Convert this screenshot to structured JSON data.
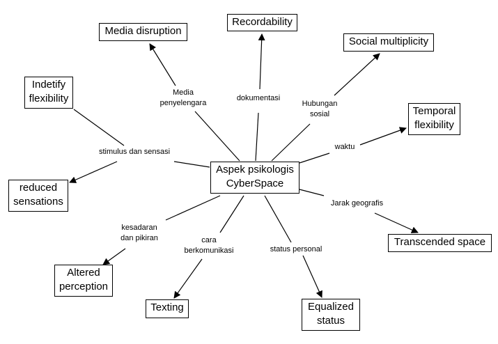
{
  "diagram": {
    "type": "concept-map",
    "center": {
      "id": "center",
      "label": "Aspek psikologis\nCyberSpace"
    },
    "nodes": [
      {
        "id": "media-disruption",
        "label": "Media disruption"
      },
      {
        "id": "recordability",
        "label": "Recordability"
      },
      {
        "id": "social-multiplicity",
        "label": "Social multiplicity"
      },
      {
        "id": "indetify-flexibility",
        "label": "Indetify\nflexibility"
      },
      {
        "id": "temporal-flexibility",
        "label": "Temporal\nflexibility"
      },
      {
        "id": "reduced-sensations",
        "label": "reduced\nsensations"
      },
      {
        "id": "transcended-space",
        "label": "Transcended space"
      },
      {
        "id": "altered-perception",
        "label": "Altered\nperception"
      },
      {
        "id": "texting",
        "label": "Texting"
      },
      {
        "id": "equalized-status",
        "label": "Equalized\nstatus"
      }
    ],
    "edges": [
      {
        "id": "e-media",
        "from": "center",
        "to": "media-disruption",
        "label": "Media\npenyelengara",
        "arrow": true
      },
      {
        "id": "e-dok",
        "from": "center",
        "to": "recordability",
        "label": "dokumentasi",
        "arrow": true
      },
      {
        "id": "e-hub",
        "from": "center",
        "to": "social-multiplicity",
        "label": "Hubungan\nsosial",
        "arrow": true
      },
      {
        "id": "e-stim",
        "from": "indetify-flexibility",
        "to": "reduced-sensations",
        "via": "center",
        "label": "stimulus dan sensasi",
        "arrow": true
      },
      {
        "id": "e-waktu",
        "from": "center",
        "to": "temporal-flexibility",
        "label": "waktu",
        "arrow": true
      },
      {
        "id": "e-jarak",
        "from": "center",
        "to": "transcended-space",
        "label": "Jarak geografis",
        "arrow": true
      },
      {
        "id": "e-kes",
        "from": "center",
        "to": "altered-perception",
        "label": "kesadaran\ndan pikiran",
        "arrow": true
      },
      {
        "id": "e-cara",
        "from": "center",
        "to": "texting",
        "label": "cara\nberkomunikasi",
        "arrow": true
      },
      {
        "id": "e-status",
        "from": "center",
        "to": "equalized-status",
        "label": "status personal",
        "arrow": true
      }
    ]
  }
}
